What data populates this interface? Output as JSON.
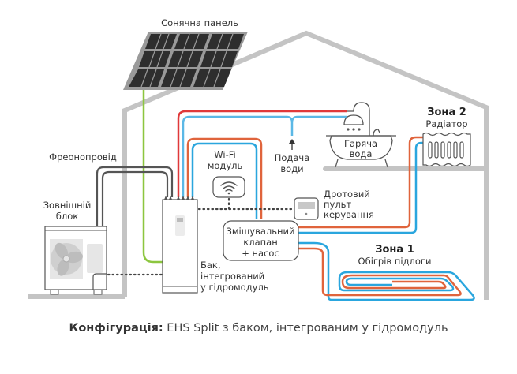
{
  "labels": {
    "solar_panel": "Сонячна панель",
    "refrigerant_pipe": "Фреонопровід",
    "outdoor_unit_line1": "Зовнішній",
    "outdoor_unit_line2": "блок",
    "wifi_line1": "Wi-Fi",
    "wifi_line2": "модуль",
    "water_supply_line1": "Подача",
    "water_supply_line2": "води",
    "hot_water_line1": "Гаряча",
    "hot_water_line2": "вода",
    "zone2_title": "Зона 2",
    "zone2_subtitle": "Радіатор",
    "wired_remote_line1": "Дротовий",
    "wired_remote_line2": "пульт",
    "wired_remote_line3": "керування",
    "mixing_valve_line1": "Змішувальний",
    "mixing_valve_line2": "клапан",
    "mixing_valve_line3": "+ насос",
    "zone1_title": "Зона 1",
    "zone1_subtitle": "Обігрів підлоги",
    "tank_line1": "Бак,",
    "tank_line2": "інтегрований",
    "tank_line3": "у гідромодуль"
  },
  "caption": {
    "bold": "Конфігурація:",
    "text": " EHS Split з баком, інтегрованим у гідромодуль"
  },
  "colors": {
    "hot_pipe": "#e0393a",
    "cold_pipe": "#5bb8e6",
    "heating_flow": "#e0643c",
    "heating_return": "#2aa6de",
    "solar_cable": "#8cc63f",
    "house_outline": "#c4c4c4",
    "refrigerant": "#555555"
  }
}
